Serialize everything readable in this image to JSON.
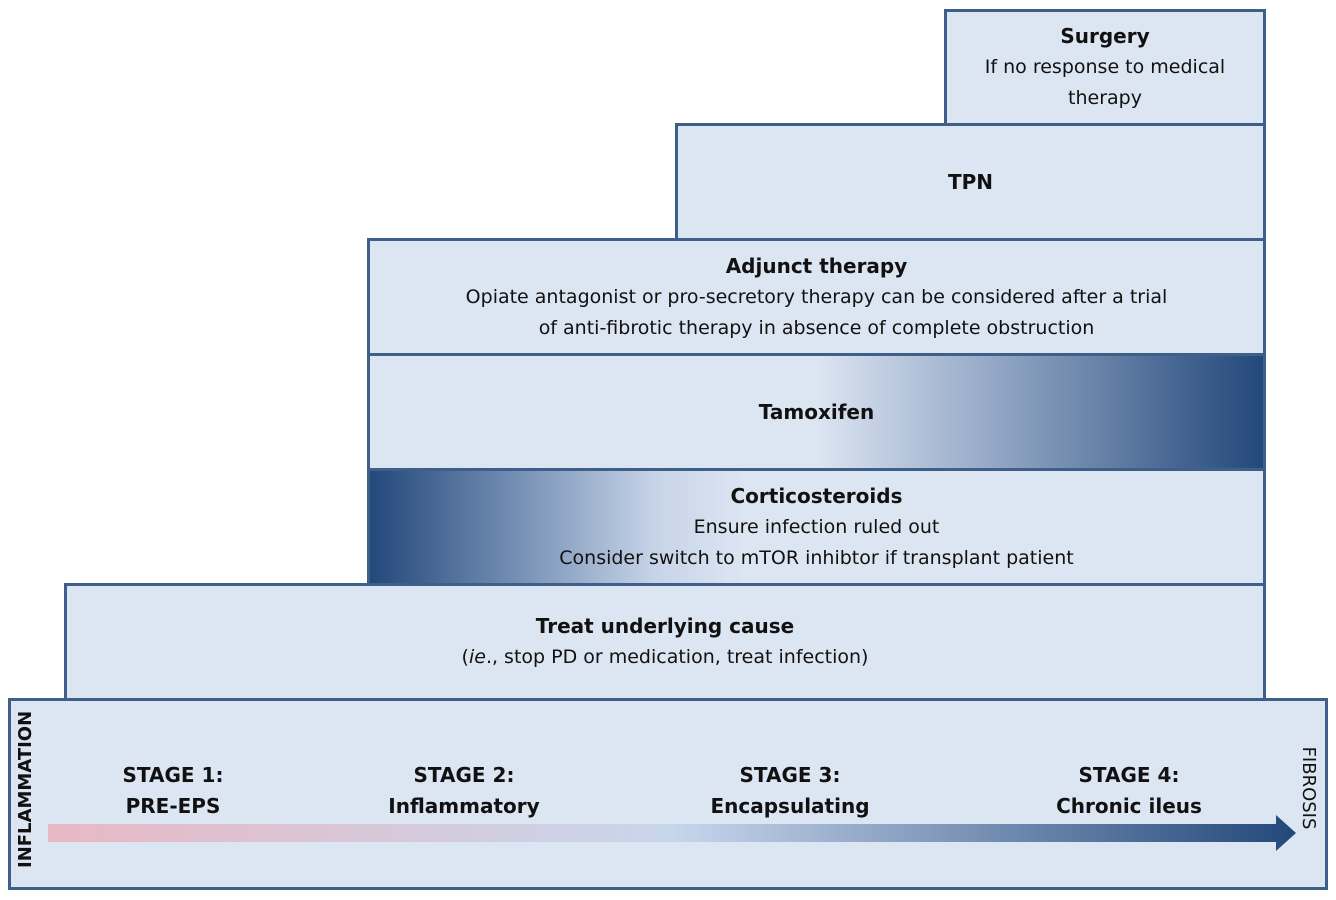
{
  "steps": {
    "surgery": {
      "title": "Surgery",
      "lines": [
        "If no response to medical",
        "therapy"
      ]
    },
    "tpn": {
      "title": "TPN"
    },
    "adjunct": {
      "title": "Adjunct therapy",
      "lines": [
        "Opiate antagonist or pro-secretory therapy can be considered after a trial",
        "of anti-fibrotic therapy in absence of complete obstruction"
      ]
    },
    "tamoxifen": {
      "title": "Tamoxifen"
    },
    "corticosteroids": {
      "title": "Corticosteroids",
      "lines": [
        "Ensure infection ruled out",
        "Consider switch to mTOR inhibtor if transplant patient"
      ]
    },
    "underlying": {
      "title": "Treat underlying cause",
      "note_italic": "ie",
      "note_rest": "., stop PD or medication, treat infection)",
      "note_open": "("
    }
  },
  "stages": [
    {
      "line1": "STAGE 1:",
      "line2": "PRE-EPS"
    },
    {
      "line1": "STAGE 2:",
      "line2": "Inflammatory"
    },
    {
      "line1": "STAGE 3:",
      "line2": "Encapsulating"
    },
    {
      "line1": "STAGE 4:",
      "line2": "Chronic ileus"
    }
  ],
  "axis": {
    "left": "INFLAMMATION",
    "right": "FIBROSIS"
  },
  "colors": {
    "box_fill": "#dce5f2",
    "border": "#3e5f87",
    "gradient_dark": "#23487a",
    "arrow_start": "#e8b8c4",
    "arrow_end": "#23487a"
  }
}
